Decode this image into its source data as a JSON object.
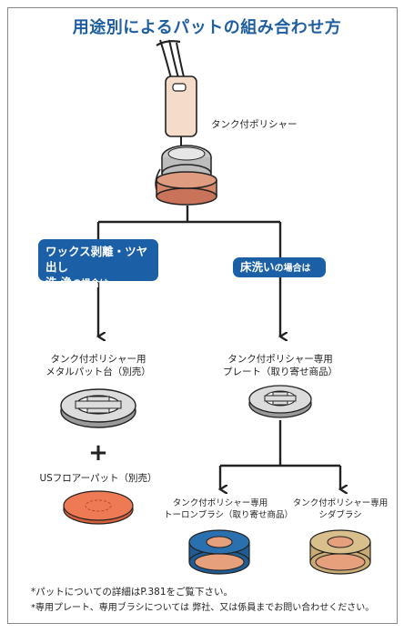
{
  "title": "用途別によるパットの組み合わせ方",
  "polisher_label": "タンク付ポリシャー",
  "branch_left": {
    "line1": "ワックス剥離・ツヤ出し",
    "line2_main": "洗 浄",
    "line2_small": "の場合は"
  },
  "branch_right": {
    "main": "床洗い",
    "small": "の場合は"
  },
  "left_item1": {
    "line1": "タンク付ポリシャー用",
    "line2": "メタルパット台（別売）"
  },
  "plus_sign": "+",
  "left_item2": "USフロアーパット（別売）",
  "right_item1": {
    "line1": "タンク付ポリシャー専用",
    "line2": "プレート（取り寄せ商品）"
  },
  "brush1": {
    "line1": "タンク付ポリシャー専用",
    "line2": "トーロンブラシ（取り寄せ商品）"
  },
  "brush2": {
    "line1": "タンク付ポリシャー専用",
    "line2": "シダブラシ"
  },
  "footnotes": [
    "*パットについての詳細はP.381をご覧下さい。",
    "*専用プレート、専用ブラシについては 弊社、又は係員までお問い合わせください。"
  ],
  "colors": {
    "title": "#1f5fa0",
    "branch_box": "#1b5fa6",
    "floor_pad": "#ee7a55",
    "tolon_brush": "#2a6fae",
    "shida_brush": "#d9bf8c",
    "brush_base": "#e7a07c"
  }
}
